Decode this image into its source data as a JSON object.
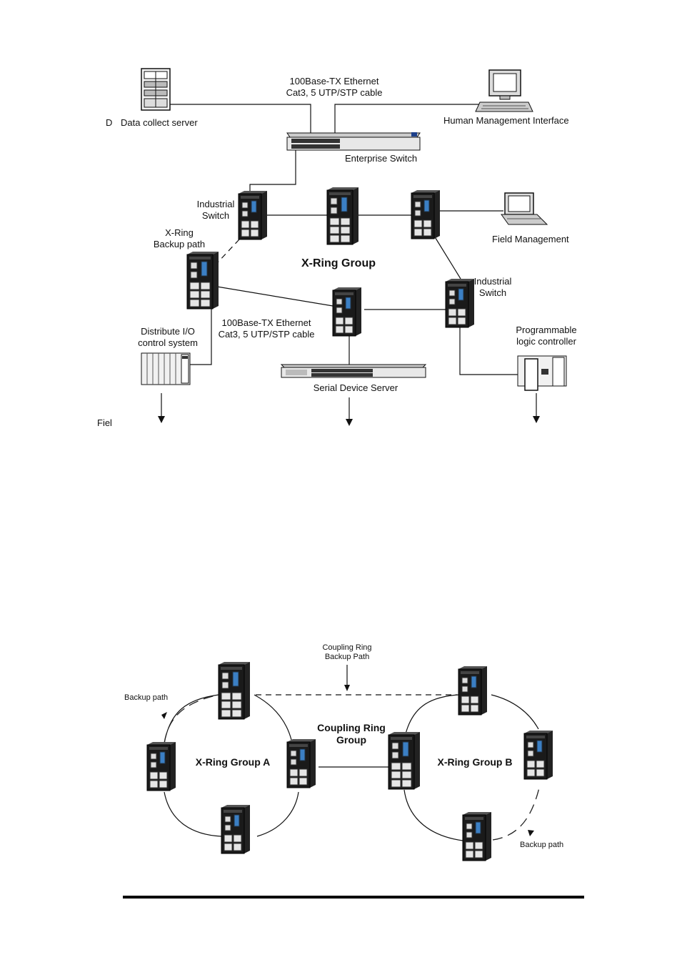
{
  "top_diagram": {
    "cable_label_top": [
      "100Base-TX Ethernet",
      "Cat3, 5 UTP/STP cable"
    ],
    "data_server_prefix": "D",
    "data_server": "Data collect server",
    "hmi": "Human Management Interface",
    "enterprise_switch": "Enterprise Switch",
    "industrial_switch_1": [
      "Industrial",
      "Switch"
    ],
    "xring_backup": [
      "X-Ring",
      "Backup path"
    ],
    "xring_group": "X-Ring Group",
    "field_management": "Field Management",
    "industrial_switch_2": [
      "Industrial",
      "Switch"
    ],
    "cable_label_bottom": [
      "100Base-TX Ethernet",
      "Cat3, 5 UTP/STP cable"
    ],
    "distribute_io": [
      "Distribute I/O",
      "control system"
    ],
    "plc": [
      "Programmable",
      "logic controller"
    ],
    "serial_server": "Serial Device Server",
    "field_prefix": "Fiel"
  },
  "bottom_diagram": {
    "coupling_backup": [
      "Coupling Ring",
      "Backup Path"
    ],
    "backup_path_left": "Backup path",
    "coupling_group": [
      "Coupling Ring",
      "Group"
    ],
    "group_a": "X-Ring Group A",
    "group_b": "X-Ring Group B",
    "backup_path_right": "Backup path"
  }
}
